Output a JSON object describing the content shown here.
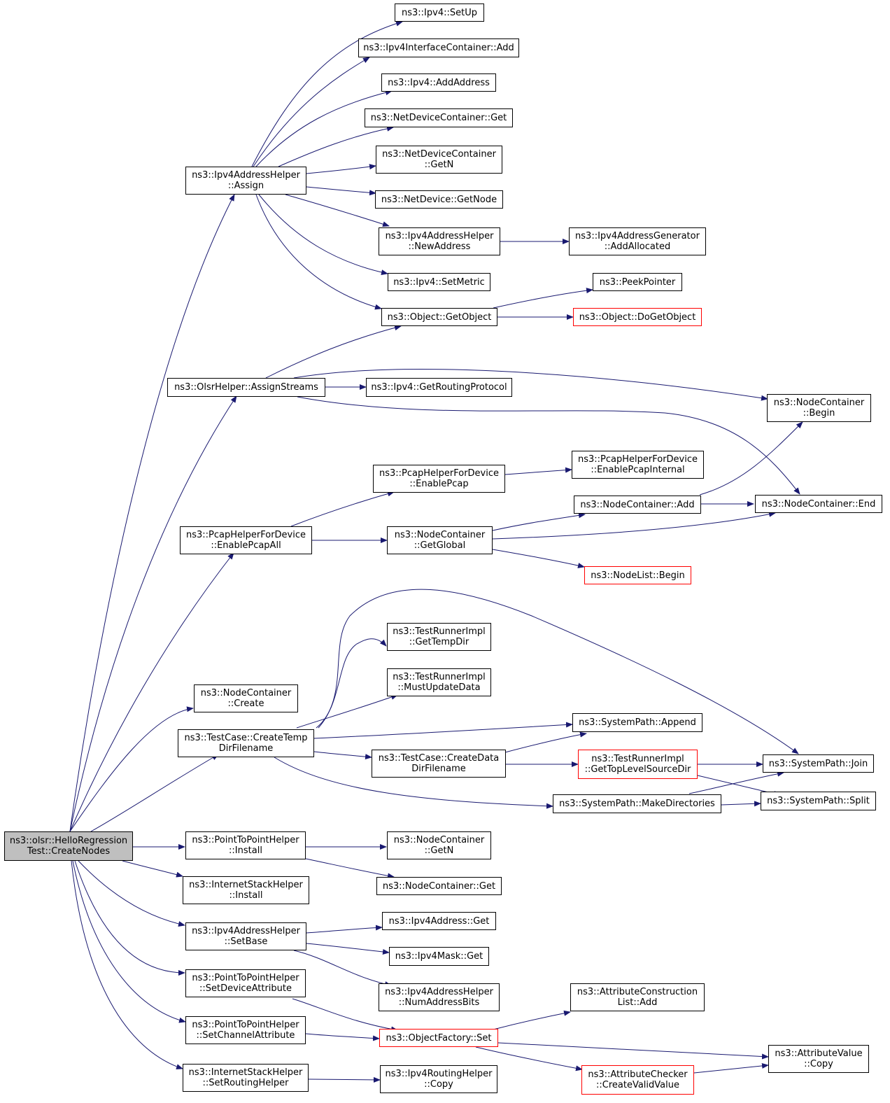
{
  "colors": {
    "edge": "#191970",
    "border": "#000000",
    "truncated_border": "#ff0000",
    "root_fill": "#bfbfbf"
  },
  "nodes": {
    "root": [
      "ns3::olsr::HelloRegression",
      "Test::CreateNodes"
    ],
    "ipv4_addr_helper_assign": [
      "ns3::Ipv4AddressHelper",
      "::Assign"
    ],
    "olsr_assign_streams": [
      "ns3::OlsrHelper::AssignStreams"
    ],
    "pcap_enable_all": [
      "ns3::PcapHelperForDevice",
      "::EnablePcapAll"
    ],
    "nodecontainer_create": [
      "ns3::NodeContainer",
      "::Create"
    ],
    "testcase_create_temp": [
      "ns3::TestCase::CreateTemp",
      "DirFilename"
    ],
    "p2p_install": [
      "ns3::PointToPointHelper",
      "::Install"
    ],
    "internet_install": [
      "ns3::InternetStackHelper",
      "::Install"
    ],
    "ipv4_addr_helper_setbase": [
      "ns3::Ipv4AddressHelper",
      "::SetBase"
    ],
    "p2p_set_device_attr": [
      "ns3::PointToPointHelper",
      "::SetDeviceAttribute"
    ],
    "p2p_set_channel_attr": [
      "ns3::PointToPointHelper",
      "::SetChannelAttribute"
    ],
    "internet_set_routing": [
      "ns3::InternetStackHelper",
      "::SetRoutingHelper"
    ],
    "ipv4_setup": [
      "ns3::Ipv4::SetUp"
    ],
    "ipv4_ifc_add": [
      "ns3::Ipv4InterfaceContainer::Add"
    ],
    "ipv4_add_address": [
      "ns3::Ipv4::AddAddress"
    ],
    "netdev_container_get": [
      "ns3::NetDeviceContainer::Get"
    ],
    "netdev_container_getn": [
      "ns3::NetDeviceContainer",
      "::GetN"
    ],
    "netdevice_getnode": [
      "ns3::NetDevice::GetNode"
    ],
    "ipv4_addr_helper_newaddr": [
      "ns3::Ipv4AddressHelper",
      "::NewAddress"
    ],
    "ipv4_setmetric": [
      "ns3::Ipv4::SetMetric"
    ],
    "object_getobject": [
      "ns3::Object::GetObject"
    ],
    "ipv4_getrouting": [
      "ns3::Ipv4::GetRoutingProtocol"
    ],
    "pcap_enable": [
      "ns3::PcapHelperForDevice",
      "::EnablePcap"
    ],
    "nodecontainer_getglobal": [
      "ns3::NodeContainer",
      "::GetGlobal"
    ],
    "testrunner_gettempdir": [
      "ns3::TestRunnerImpl",
      "::GetTempDir"
    ],
    "testrunner_mustupdate": [
      "ns3::TestRunnerImpl",
      "::MustUpdateData"
    ],
    "testcase_create_data": [
      "ns3::TestCase::CreateData",
      "DirFilename"
    ],
    "p2p_nodecontainer_getn": [
      "ns3::NodeContainer",
      "::GetN"
    ],
    "nodecontainer_get": [
      "ns3::NodeContainer::Get"
    ],
    "ipv4address_get": [
      "ns3::Ipv4Address::Get"
    ],
    "ipv4mask_get": [
      "ns3::Ipv4Mask::Get"
    ],
    "ipv4_addr_helper_numbits": [
      "ns3::Ipv4AddressHelper",
      "::NumAddressBits"
    ],
    "objectfactory_set": [
      "ns3::ObjectFactory::Set"
    ],
    "ipv4_routing_copy": [
      "ns3::Ipv4RoutingHelper",
      "::Copy"
    ],
    "ipv4_addr_gen_addalloc": [
      "ns3::Ipv4AddressGenerator",
      "::AddAllocated"
    ],
    "peekpointer": [
      "ns3::PeekPointer"
    ],
    "object_dogetobject": [
      "ns3::Object::DoGetObject"
    ],
    "nodecontainer_begin": [
      "ns3::NodeContainer",
      "::Begin"
    ],
    "pcap_enable_internal": [
      "ns3::PcapHelperForDevice",
      "::EnablePcapInternal"
    ],
    "nodecontainer_add": [
      "ns3::NodeContainer::Add"
    ],
    "nodecontainer_end": [
      "ns3::NodeContainer::End"
    ],
    "nodelist_begin": [
      "ns3::NodeList::Begin"
    ],
    "systempath_append": [
      "ns3::SystemPath::Append"
    ],
    "testrunner_gettoplevel": [
      "ns3::TestRunnerImpl",
      "::GetTopLevelSourceDir"
    ],
    "systempath_join": [
      "ns3::SystemPath::Join"
    ],
    "systempath_makedirs": [
      "ns3::SystemPath::MakeDirectories"
    ],
    "systempath_split": [
      "ns3::SystemPath::Split"
    ],
    "attr_construction_add": [
      "ns3::AttributeConstruction",
      "List::Add"
    ],
    "attr_checker_create": [
      "ns3::AttributeChecker",
      "::CreateValidValue"
    ],
    "attr_value_copy": [
      "ns3::AttributeValue",
      "::Copy"
    ]
  }
}
